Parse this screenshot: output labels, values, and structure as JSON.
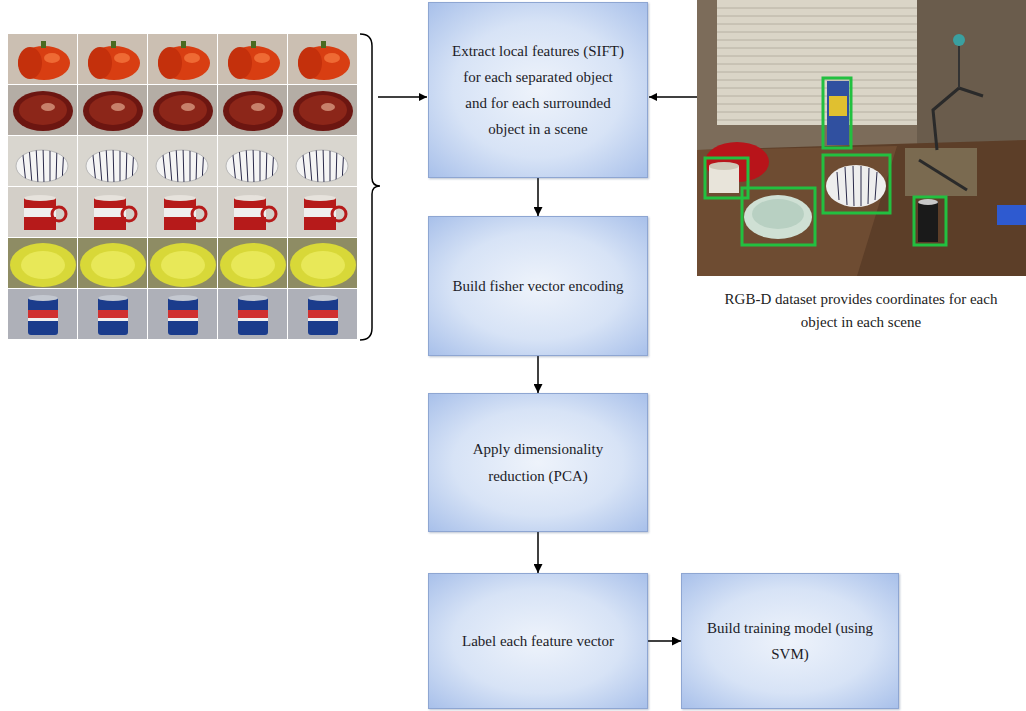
{
  "diagram": {
    "nodes": [
      {
        "text": [
          "Extract local features (SIFT) for each separated object and for each surrounded object in a scene"
        ]
      },
      {
        "text": [
          "Build fisher vector encoding"
        ]
      },
      {
        "text": [
          "Apply dimensionality reduction (PCA)"
        ]
      },
      {
        "text": [
          "Label each feature vector"
        ]
      },
      {
        "text": [
          "Build training model (using SVM)"
        ]
      }
    ],
    "edges": [
      {
        "from": 0,
        "to": 1,
        "arrow": "to"
      },
      {
        "from": 1,
        "to": 2,
        "arrow": "to"
      },
      {
        "from": 2,
        "to": 3,
        "arrow": "to"
      },
      {
        "from": 3,
        "to": 4,
        "arrow": "to"
      }
    ],
    "labels": [
      "RGB-D dataset provides coordinates for each object in each scene"
    ]
  }
}
